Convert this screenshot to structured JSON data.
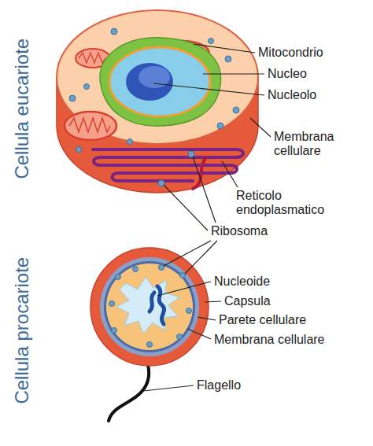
{
  "diagram": {
    "labels": [
      "Cellula eucariote",
      "Mitocondrio",
      "Nucleo",
      "Nucleolo",
      "Membrana cellulare",
      "Reticolo endoplasmatico",
      "Ribosoma",
      "Cellula procariote",
      "Nucleoide",
      "Capsula",
      "Parete cellulare",
      "Membrana cellulare",
      "Flagello"
    ]
  }
}
